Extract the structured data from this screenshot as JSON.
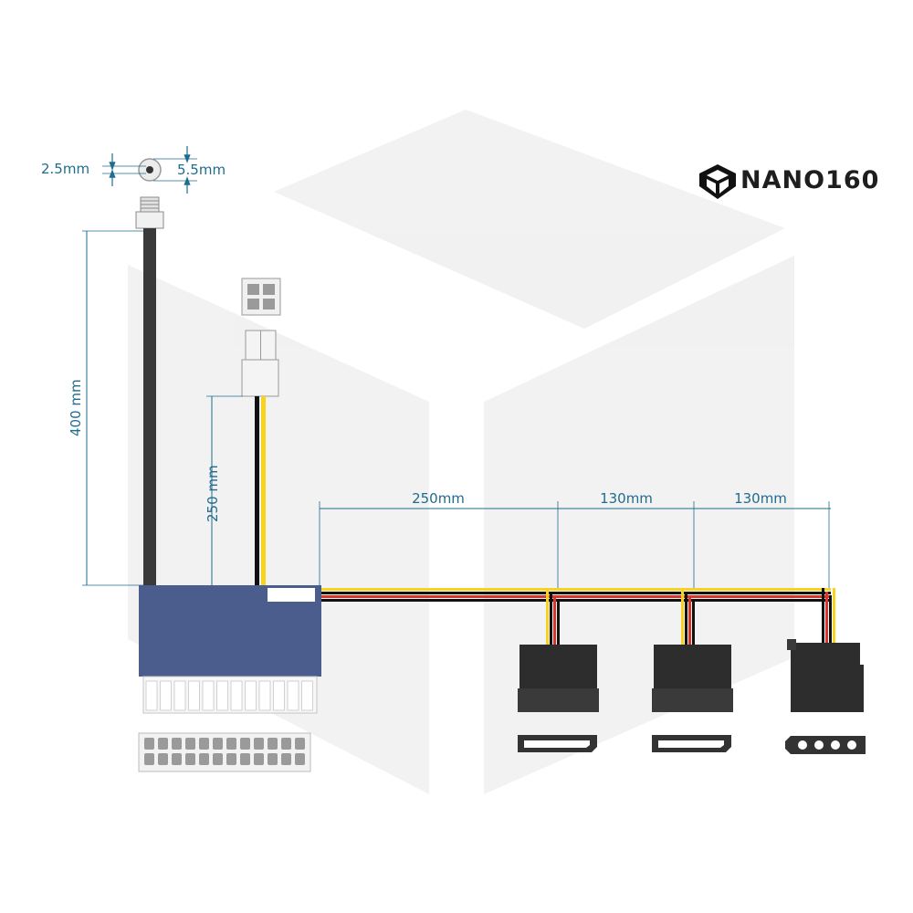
{
  "brand": {
    "name": "NANO160"
  },
  "dc_jack": {
    "inner_diameter": "2.5mm",
    "outer_diameter": "5.5mm"
  },
  "cables": {
    "dc_cable_length": "400 mm",
    "cpu_cable_length": "250 mm",
    "segments": [
      "250mm",
      "130mm",
      "130mm"
    ]
  },
  "colors": {
    "dimension_line": "#1f6c8f",
    "psu_body": "#4a5d8c",
    "connector_dark": "#2d2d2d",
    "wire_yellow": "#f7d21e",
    "wire_red": "#d9362b",
    "wire_black": "#111111"
  },
  "icons": [
    "brand-logo-icon",
    "dc-jack-icon",
    "dc-plug-icon",
    "atx-24pin-icon",
    "cpu-4pin-icon",
    "sata-power-icon",
    "molex-icon"
  ]
}
